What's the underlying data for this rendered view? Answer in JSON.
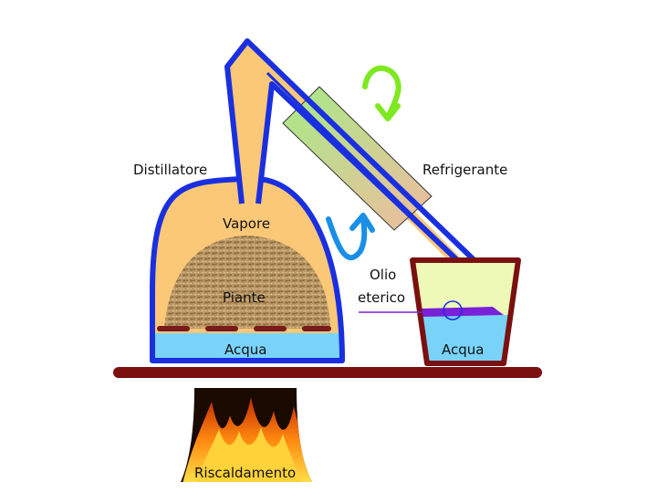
{
  "labels": {
    "distiller": "Distillatore",
    "coolant": "Refrigerante",
    "vapor": "Vapore",
    "plants": "Piante",
    "water_left": "Acqua",
    "oil_line1": "Olio",
    "oil_line2": "eterico",
    "water_right": "Acqua",
    "heating": "Riscaldamento"
  },
  "colors": {
    "outline_blue": "#1a2fe0",
    "body_fill": "#fbc877",
    "water": "#79d3f9",
    "plants": "#b89562",
    "grate": "#7a1a1a",
    "table": "#7a1010",
    "coolant_start": "#a7ea86",
    "coolant_end": "#f0bb9f",
    "cold_arrow": "#1a8fe8",
    "warm_arrow": "#7ee820",
    "oil": "#7a20d8",
    "receiver_fill": "#eef9b8"
  }
}
